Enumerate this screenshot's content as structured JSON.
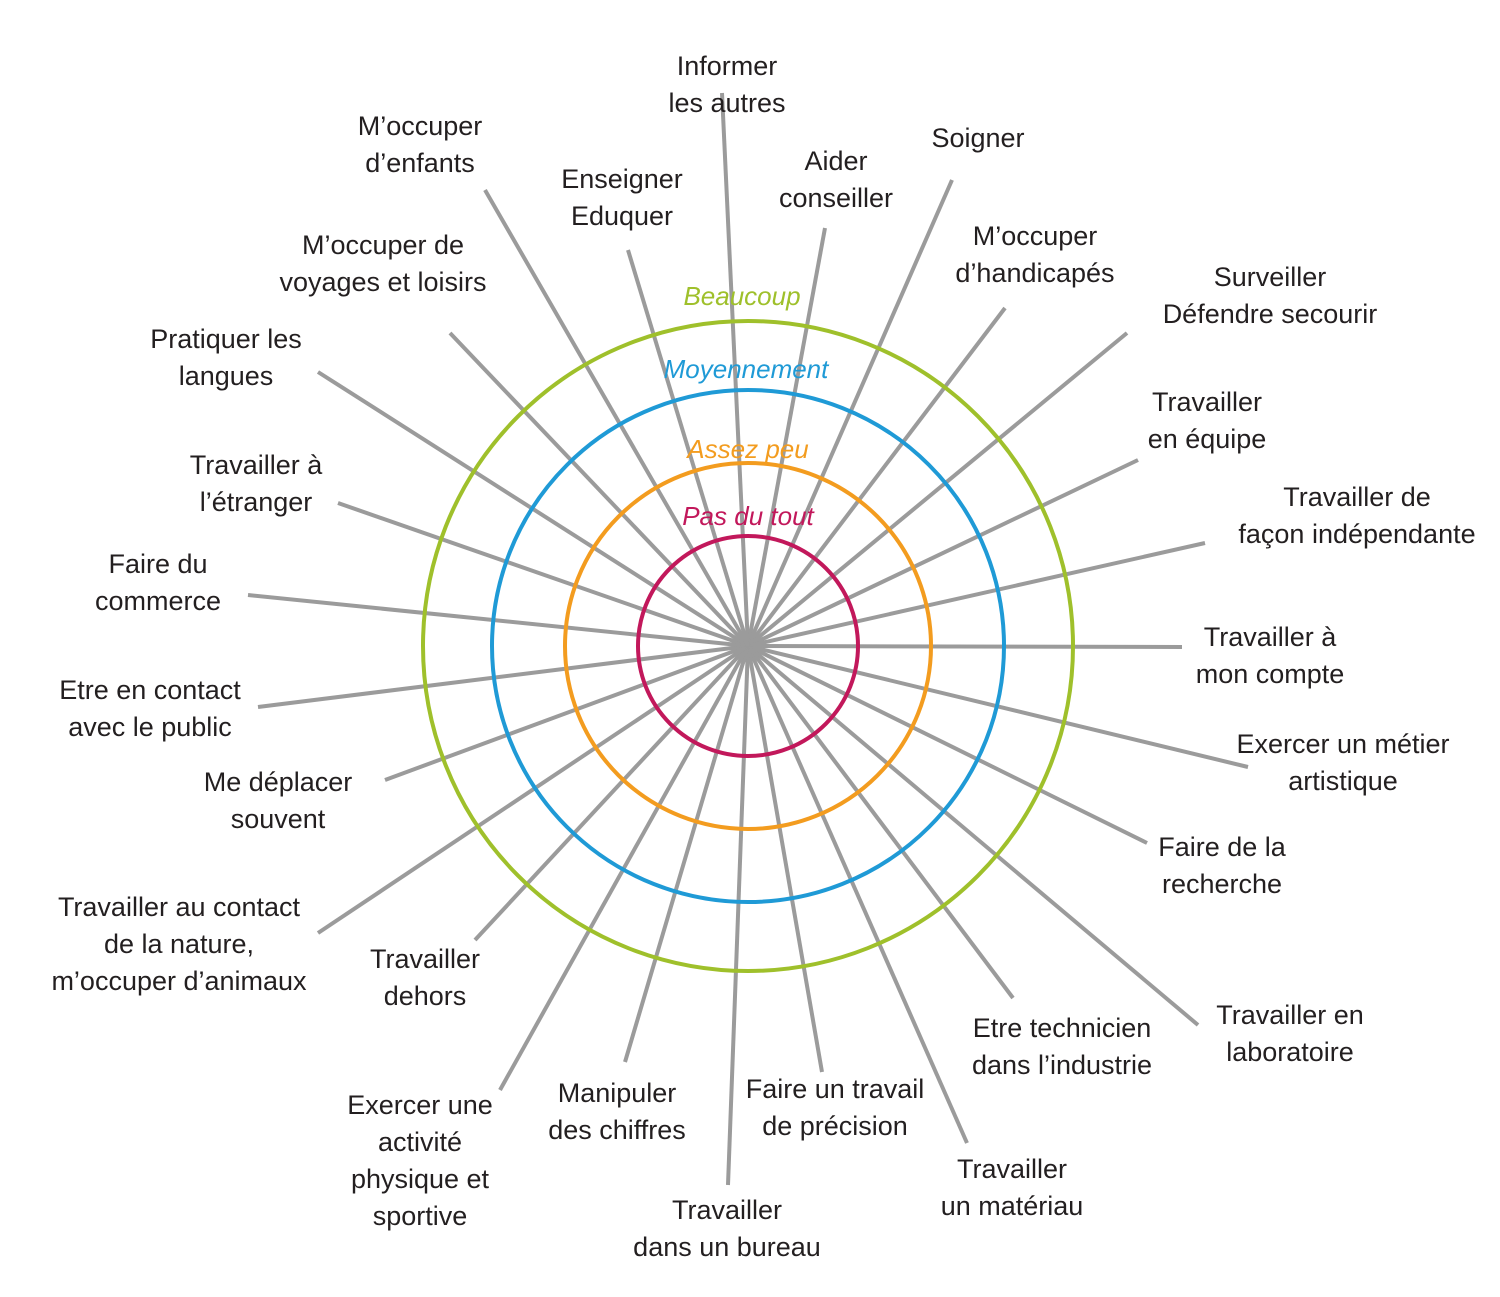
{
  "levels": [
    {
      "label": "Beaucoup",
      "color": "#9fc02b"
    },
    {
      "label": "Moyennement",
      "color": "#1f9ad6"
    },
    {
      "label": "Assez peu",
      "color": "#f39c1f"
    },
    {
      "label": "Pas du tout",
      "color": "#c2185b"
    }
  ],
  "spoke_color": "#9b9b9b",
  "items": [
    {
      "id": "informer",
      "lines": [
        "Informer",
        "les autres"
      ]
    },
    {
      "id": "aider",
      "lines": [
        "Aider",
        "conseiller"
      ]
    },
    {
      "id": "soigner",
      "lines": [
        "Soigner"
      ]
    },
    {
      "id": "handicapes",
      "lines": [
        "M’occuper",
        "d’handicapés"
      ]
    },
    {
      "id": "surveiller",
      "lines": [
        "Surveiller",
        "Défendre secourir"
      ]
    },
    {
      "id": "equipe",
      "lines": [
        "Travailler",
        "en équipe"
      ]
    },
    {
      "id": "independante",
      "lines": [
        "Travailler de",
        "façon indépendante"
      ]
    },
    {
      "id": "compte",
      "lines": [
        "Travailler à",
        "mon compte"
      ]
    },
    {
      "id": "artistique",
      "lines": [
        "Exercer un métier",
        "artistique"
      ]
    },
    {
      "id": "recherche",
      "lines": [
        "Faire de la",
        "recherche"
      ]
    },
    {
      "id": "laboratoire",
      "lines": [
        "Travailler en",
        "laboratoire"
      ]
    },
    {
      "id": "technicien",
      "lines": [
        "Etre technicien",
        "dans l’industrie"
      ]
    },
    {
      "id": "materiau",
      "lines": [
        "Travailler",
        "un matériau"
      ]
    },
    {
      "id": "precision",
      "lines": [
        "Faire un travail",
        "de précision"
      ]
    },
    {
      "id": "bureau",
      "lines": [
        "Travailler",
        "dans un bureau"
      ]
    },
    {
      "id": "chiffres",
      "lines": [
        "Manipuler",
        "des chiffres"
      ]
    },
    {
      "id": "physique",
      "lines": [
        "Exercer une",
        "activité",
        "physique et",
        "sportive"
      ]
    },
    {
      "id": "dehors",
      "lines": [
        "Travailler",
        "dehors"
      ]
    },
    {
      "id": "nature",
      "lines": [
        "Travailler au contact",
        "de la nature,",
        "m’occuper d’animaux"
      ]
    },
    {
      "id": "deplacer",
      "lines": [
        "Me déplacer",
        "souvent"
      ]
    },
    {
      "id": "public",
      "lines": [
        "Etre en contact",
        "avec le public"
      ]
    },
    {
      "id": "commerce",
      "lines": [
        "Faire du",
        "commerce"
      ]
    },
    {
      "id": "etranger",
      "lines": [
        "Travailler à",
        "l’étranger"
      ]
    },
    {
      "id": "langues",
      "lines": [
        "Pratiquer les",
        "langues"
      ]
    },
    {
      "id": "voyages",
      "lines": [
        "M’occuper de",
        "voyages et loisirs"
      ]
    },
    {
      "id": "enfants",
      "lines": [
        "M’occuper",
        "d’enfants"
      ]
    },
    {
      "id": "enseigner",
      "lines": [
        "Enseigner",
        "Eduquer"
      ]
    }
  ]
}
